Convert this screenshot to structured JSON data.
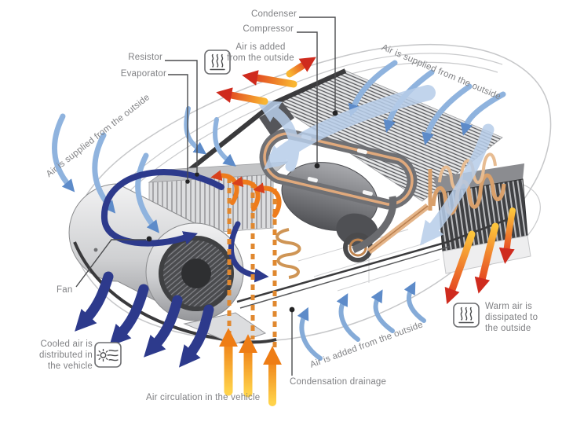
{
  "diagram": {
    "subject": "rooftop-air-conditioner-cutaway",
    "labels": {
      "condenser": "Condenser",
      "compressor": "Compressor",
      "resistor": "Resistor",
      "evaporator": "Evaporator",
      "fan": "Fan",
      "air_added_top": "Air is added\nfrom the outside",
      "air_supplied_right": "Air is supplied from the outside",
      "air_supplied_left": "Air is supplied from the outside",
      "cooled_air": "Cooled air is\ndistributed in\nthe vehicle",
      "air_circulation": "Air circulation in the vehicle",
      "air_added_bottom": "Air is added from the outside",
      "condensation_drainage": "Condensation drainage",
      "warm_air": "Warm air is\ndissipated to\nthe outside"
    },
    "icons": [
      "heat-icon-top",
      "cool-air-icon",
      "heat-icon-bottom"
    ],
    "colors": {
      "label_text": "#808184",
      "leader_line": "#4b4c4e",
      "supply_air_blue": "#5d8bc9",
      "supply_air_pale": "#b7cde9",
      "cooled_air_navy": "#2d3a8c",
      "circulation_orange": "#ef8514",
      "exhaust_red": "#cf2b1e",
      "warm_yellow": "#fdc53c",
      "copper_coil": "#d9a06b",
      "body_outline": "#c6c7c9",
      "vent_dark": "#3f4043"
    }
  }
}
